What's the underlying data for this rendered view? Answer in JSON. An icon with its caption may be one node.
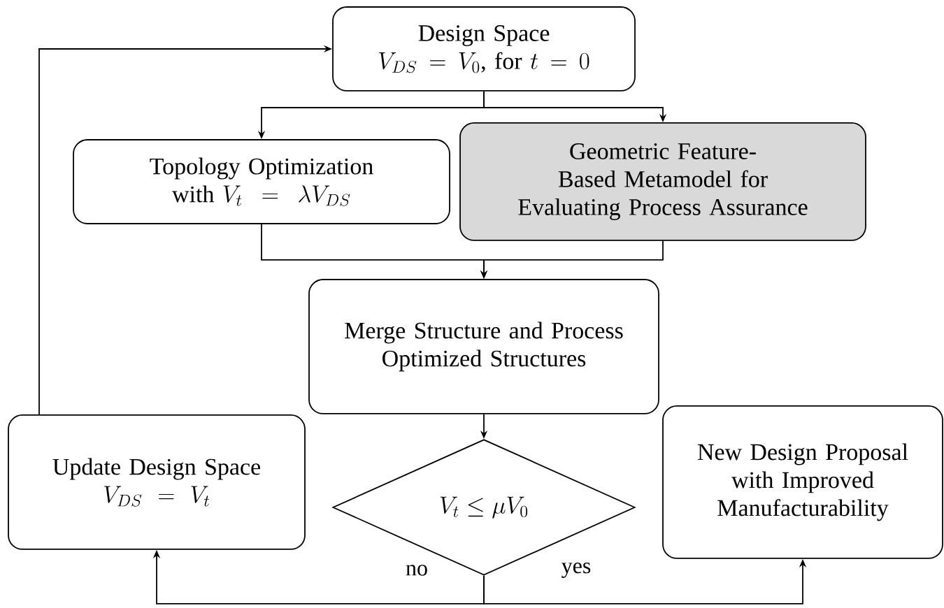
{
  "diagram": {
    "nodes": [
      {
        "text": [
          "Design Space",
          "V_{DS}=V_0\\mbox{, for }t=0"
        ]
      },
      {
        "text": [
          "Topology Optimization",
          "\\mbox{with }V_t=\\lambda V_{DS}"
        ]
      },
      {
        "text": [
          "Geometric Feature-Based Metamodel for Evaluating Process Assurance"
        ]
      },
      {
        "text": [
          "Merge Structure and Process Optimized Structures"
        ]
      },
      {
        "text": [
          "V_t\\leq\\mu V_0"
        ]
      },
      {
        "text": [
          "Update Design Space",
          "V_{DS}=V_t"
        ]
      },
      {
        "text": [
          "New Design Proposal with Improved Manufacturability"
        ]
      }
    ],
    "edges": [
      {
        "from": 0,
        "to": 1,
        "arrow": "to"
      },
      {
        "from": 0,
        "to": 2,
        "arrow": "to"
      },
      {
        "from": 1,
        "to": 3,
        "arrow": "to"
      },
      {
        "from": 2,
        "to": 3,
        "arrow": "to"
      },
      {
        "from": 3,
        "to": 4,
        "arrow": "to"
      },
      {
        "from": 4,
        "to": 5,
        "arrow": "to",
        "label": "no"
      },
      {
        "from": 4,
        "to": 6,
        "arrow": "to",
        "label": "yes"
      },
      {
        "from": 5,
        "to": 0,
        "arrow": "to"
      }
    ]
  }
}
